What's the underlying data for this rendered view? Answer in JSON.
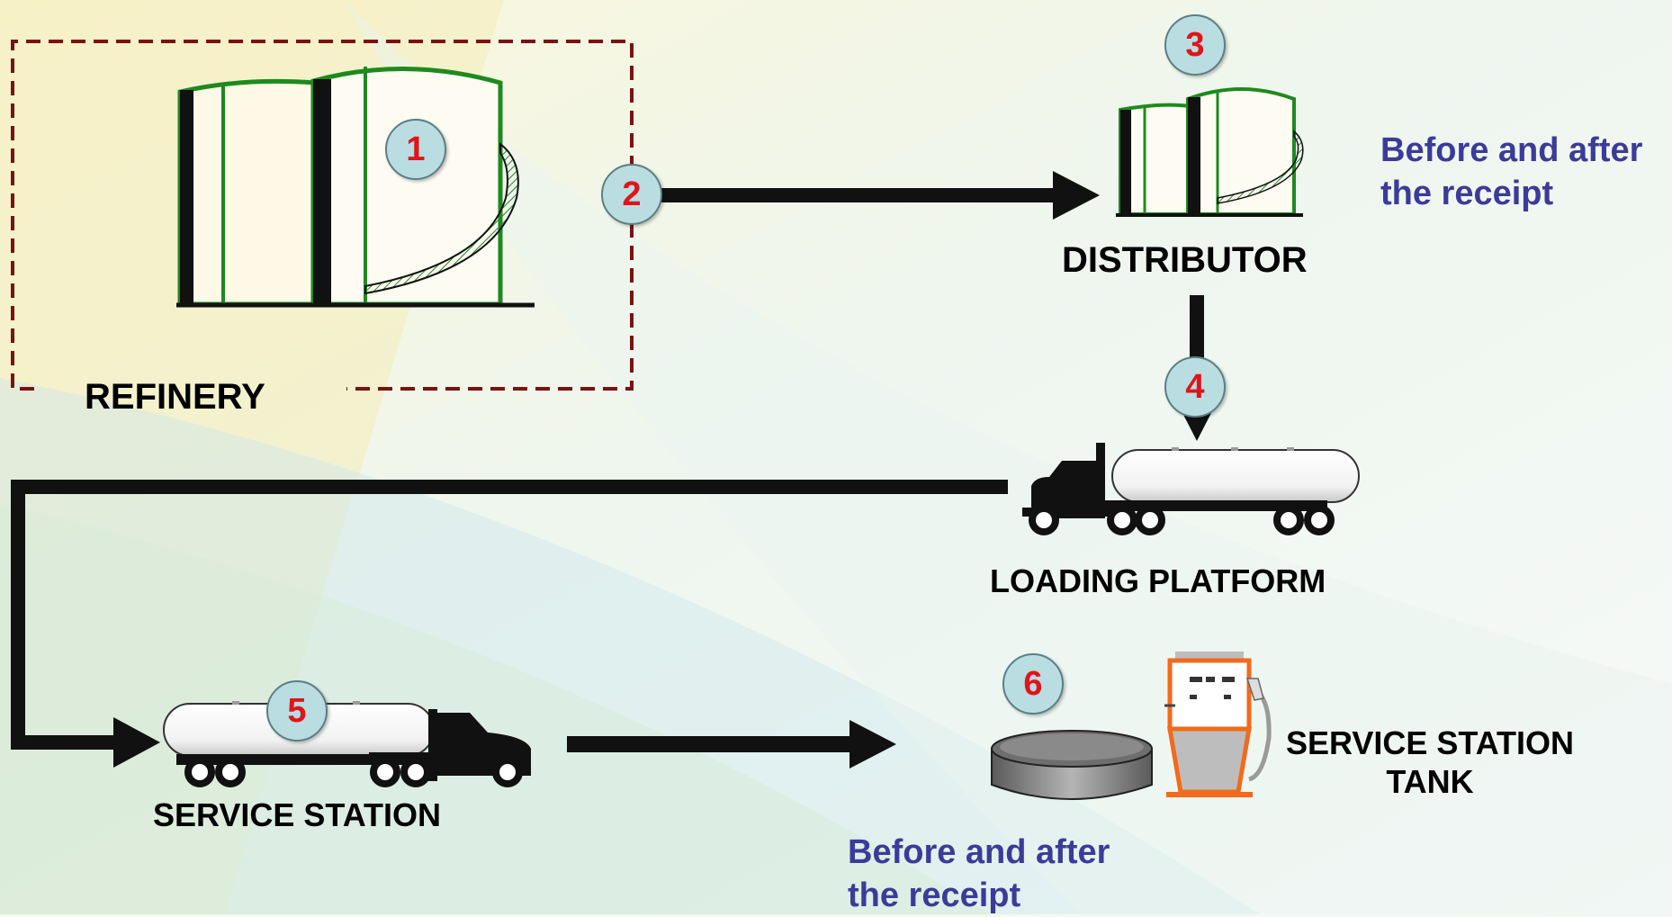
{
  "labels": {
    "refinery": "REFINERY",
    "distributor": "DISTRIBUTOR",
    "loading_platform": "LOADING PLATFORM",
    "service_station": "SERVICE STATION",
    "service_station_tank_line1": "SERVICE STATION",
    "service_station_tank_line2": "TANK"
  },
  "notes": {
    "distributor_line1": "Before and after",
    "distributor_line2": "the receipt",
    "service_line1": "Before and after",
    "service_line2": "the receipt"
  },
  "steps": [
    "1",
    "2",
    "3",
    "4",
    "5",
    "6"
  ],
  "colors": {
    "tank_outline": "#1e8a1e",
    "dashed_box": "#7a1212",
    "badge_fill": "#b9dde0",
    "badge_text": "#e0141a",
    "note_text": "#3b3b9a",
    "pump_orange": "#f26a1b"
  },
  "icons": [
    "storage-tank-icon",
    "tanker-truck-icon",
    "fuel-pump-icon",
    "underground-tank-icon",
    "arrow-icon"
  ]
}
